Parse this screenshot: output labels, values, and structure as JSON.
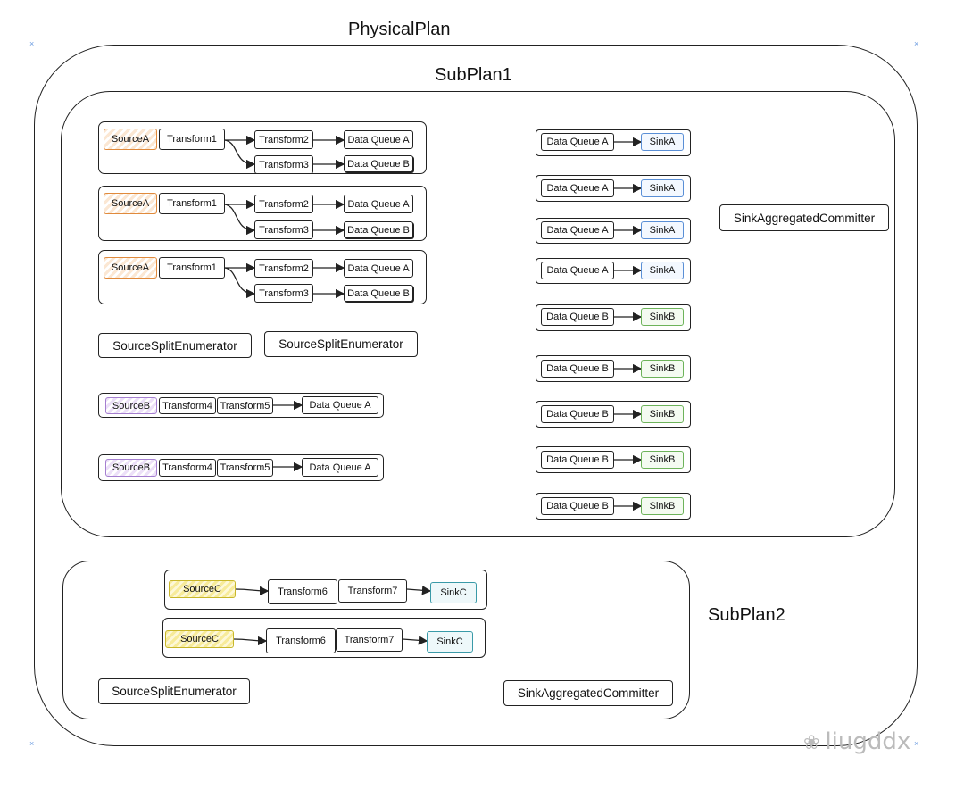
{
  "physical_plan_title": "PhysicalPlan",
  "subplan1": {
    "title": "SubPlan1",
    "source_a_pipelines": [
      {
        "source": "SourceA",
        "transform1": "Transform1",
        "transform2": "Transform2",
        "queue_a": "Data Queue A",
        "transform3": "Transform3",
        "queue_b": "Data Queue B"
      },
      {
        "source": "SourceA",
        "transform1": "Transform1",
        "transform2": "Transform2",
        "queue_a": "Data Queue A",
        "transform3": "Transform3",
        "queue_b": "Data Queue B"
      },
      {
        "source": "SourceA",
        "transform1": "Transform1",
        "transform2": "Transform2",
        "queue_a": "Data Queue A",
        "transform3": "Transform3",
        "queue_b": "Data Queue B"
      }
    ],
    "enumerators": [
      "SourceSplitEnumerator",
      "SourceSplitEnumerator"
    ],
    "source_b_pipelines": [
      {
        "source": "SourceB",
        "transform4": "Transform4",
        "transform5": "Transform5",
        "queue": "Data Queue A"
      },
      {
        "source": "SourceB",
        "transform4": "Transform4",
        "transform5": "Transform5",
        "queue": "Data Queue A"
      }
    ],
    "sink_pipelines": [
      {
        "queue": "Data Queue A",
        "sink": "SinkA"
      },
      {
        "queue": "Data Queue A",
        "sink": "SinkA"
      },
      {
        "queue": "Data Queue A",
        "sink": "SinkA"
      },
      {
        "queue": "Data Queue A",
        "sink": "SinkA"
      },
      {
        "queue": "Data Queue B",
        "sink": "SinkB"
      },
      {
        "queue": "Data Queue B",
        "sink": "SinkB"
      },
      {
        "queue": "Data Queue B",
        "sink": "SinkB"
      },
      {
        "queue": "Data Queue B",
        "sink": "SinkB"
      },
      {
        "queue": "Data Queue B",
        "sink": "SinkB"
      }
    ],
    "committer": "SinkAggregatedCommitter"
  },
  "subplan2": {
    "title": "SubPlan2",
    "pipelines": [
      {
        "source": "SourceC",
        "transform6": "Transform6",
        "transform7": "Transform7",
        "sink": "SinkC"
      },
      {
        "source": "SourceC",
        "transform6": "Transform6",
        "transform7": "Transform7",
        "sink": "SinkC"
      }
    ],
    "enumerator": "SourceSplitEnumerator",
    "committer": "SinkAggregatedCommitter"
  },
  "watermark": "liugddx",
  "colors": {
    "sourceA": "#e08a3c",
    "sourceB": "#a57fd0",
    "sourceC": "#c8b72a",
    "sinkA": "#5a8fd6",
    "sinkB": "#6db35a",
    "sinkC": "#3a9aa8",
    "selection_marker": "#6a9be0"
  }
}
